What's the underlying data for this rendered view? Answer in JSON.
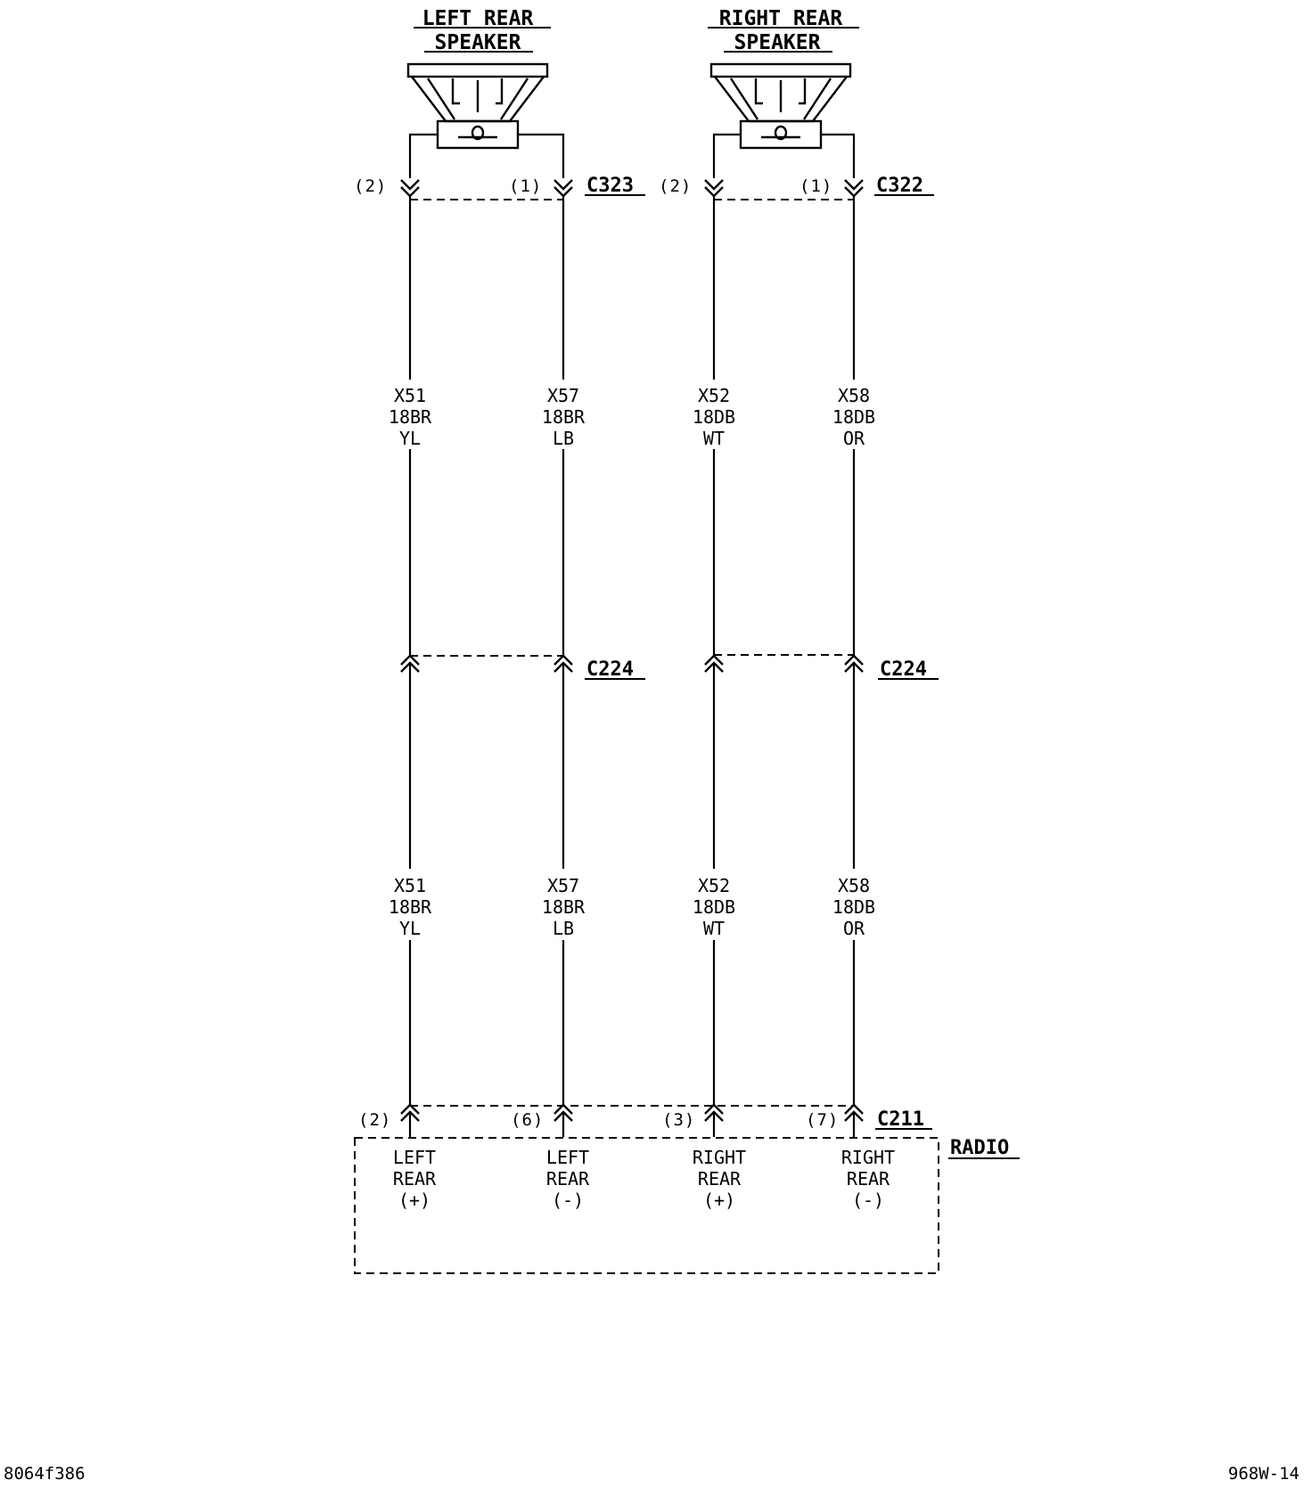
{
  "speakers": {
    "left": {
      "line1": "LEFT  REAR",
      "line2": "SPEAKER"
    },
    "right": {
      "line1": "RIGHT  REAR",
      "line2": "SPEAKER"
    }
  },
  "connectors": {
    "c323": "C323",
    "c322": "C322",
    "c224_left": "C224",
    "c224_right": "C224",
    "c211": "C211"
  },
  "speaker_pins": {
    "left_a": "(2)",
    "left_b": "(1)",
    "right_a": "(2)",
    "right_b": "(1)"
  },
  "wires": [
    {
      "circuit": "X51",
      "gauge": "18BR",
      "color": "YL"
    },
    {
      "circuit": "X57",
      "gauge": "18BR",
      "color": "LB"
    },
    {
      "circuit": "X52",
      "gauge": "18DB",
      "color": "WT"
    },
    {
      "circuit": "X58",
      "gauge": "18DB",
      "color": "OR"
    }
  ],
  "radio": {
    "title": "RADIO",
    "pins": [
      "(2)",
      "(6)",
      "(3)",
      "(7)"
    ],
    "terminals": [
      {
        "l1": "LEFT",
        "l2": "REAR",
        "l3": "(+)"
      },
      {
        "l1": "LEFT",
        "l2": "REAR",
        "l3": "(-)"
      },
      {
        "l1": "RIGHT",
        "l2": "REAR",
        "l3": "(+)"
      },
      {
        "l1": "RIGHT",
        "l2": "REAR",
        "l3": "(-)"
      }
    ]
  },
  "footer": {
    "left_code": "8064f386",
    "right_code": "968W-14"
  }
}
